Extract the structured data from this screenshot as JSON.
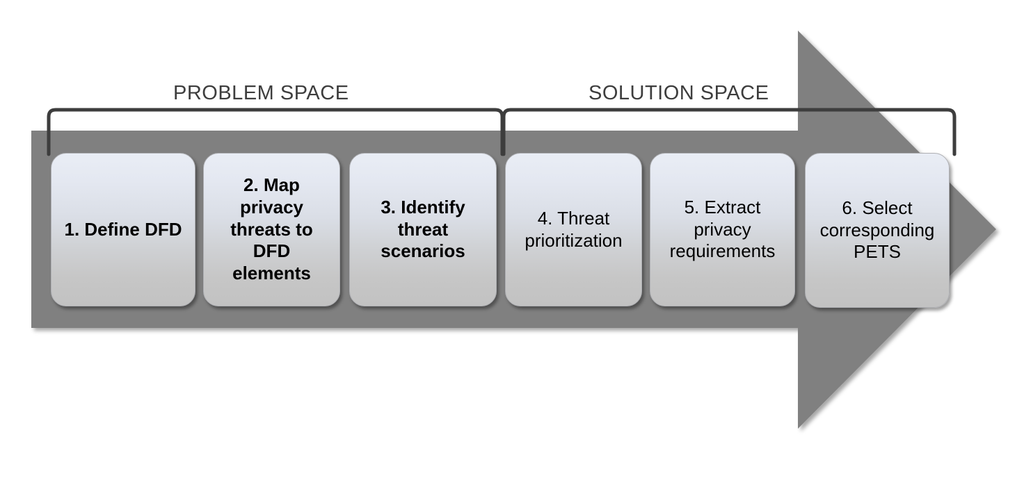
{
  "diagram": {
    "title": "Privacy threat modeling methodology process flow",
    "shape": "right-arrow",
    "arrow_color": "#808080",
    "brace_color": "#3d3d3d",
    "box_gradient_top": "#e9edf5",
    "box_gradient_bottom": "#c2c2c2",
    "box_border_color": "#adaeb2",
    "label_color": "#3d3d3d"
  },
  "sections": [
    {
      "id": "problem-space",
      "label": "PROBLEM SPACE",
      "steps": [
        1,
        2,
        3
      ]
    },
    {
      "id": "solution-space",
      "label": "SOLUTION SPACE",
      "steps": [
        4,
        5,
        6
      ]
    }
  ],
  "steps": [
    {
      "number": "1",
      "label": "1. Define DFD",
      "emphasis": "bold",
      "section": "problem-space"
    },
    {
      "number": "2",
      "label": "2. Map\nprivacy\nthreats to\nDFD\nelements",
      "emphasis": "bold",
      "section": "problem-space"
    },
    {
      "number": "3",
      "label": "3. Identify\nthreat\nscenarios",
      "emphasis": "bold",
      "section": "problem-space"
    },
    {
      "number": "4",
      "label": "4. Threat\nprioritization",
      "emphasis": "normal",
      "section": "solution-space"
    },
    {
      "number": "5",
      "label": "5. Extract\nprivacy\nrequirements",
      "emphasis": "normal",
      "section": "solution-space"
    },
    {
      "number": "6",
      "label": "6. Select\ncorresponding\nPETS",
      "emphasis": "normal",
      "section": "solution-space"
    }
  ]
}
